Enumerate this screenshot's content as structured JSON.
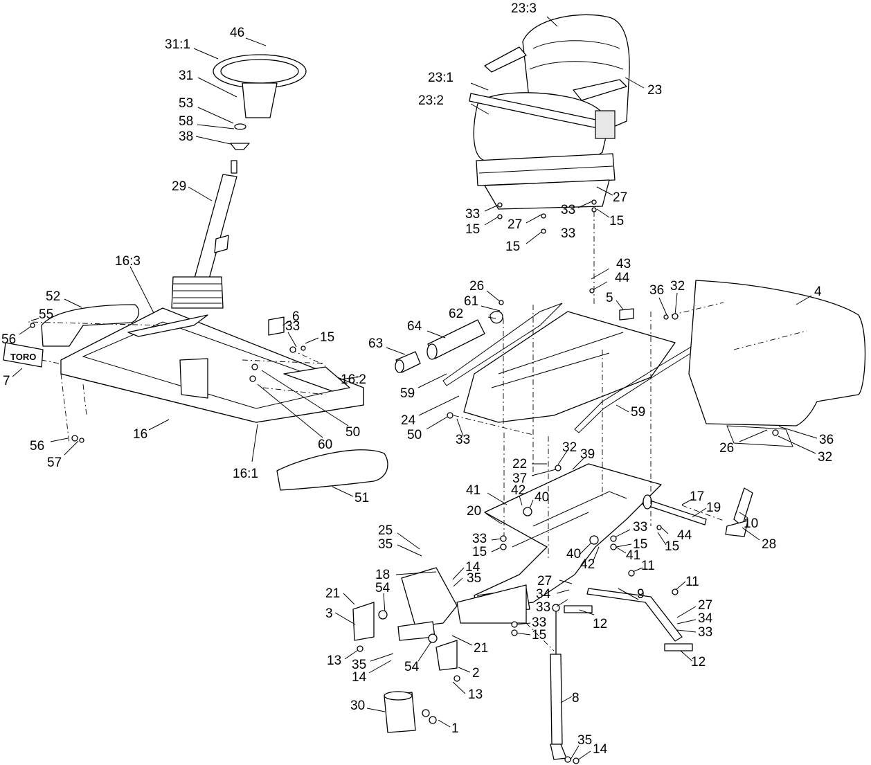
{
  "callouts": [
    {
      "id": "c-23-3",
      "text": "23:3"
    },
    {
      "id": "c-23",
      "text": "23"
    },
    {
      "id": "c-23-1",
      "text": "23:1"
    },
    {
      "id": "c-23-2",
      "text": "23:2"
    },
    {
      "id": "c-27a",
      "text": "27"
    },
    {
      "id": "c-33a",
      "text": "33"
    },
    {
      "id": "c-15a",
      "text": "15"
    },
    {
      "id": "c-27b",
      "text": "27"
    },
    {
      "id": "c-33b",
      "text": "33"
    },
    {
      "id": "c-15b",
      "text": "15"
    },
    {
      "id": "c-33c",
      "text": "33"
    },
    {
      "id": "c-15c",
      "text": "15"
    },
    {
      "id": "c-46",
      "text": "46"
    },
    {
      "id": "c-31-1",
      "text": "31:1"
    },
    {
      "id": "c-31",
      "text": "31"
    },
    {
      "id": "c-53",
      "text": "53"
    },
    {
      "id": "c-58",
      "text": "58"
    },
    {
      "id": "c-38",
      "text": "38"
    },
    {
      "id": "c-29",
      "text": "29"
    },
    {
      "id": "c-16-3",
      "text": "16:3"
    },
    {
      "id": "c-52",
      "text": "52"
    },
    {
      "id": "c-55",
      "text": "55"
    },
    {
      "id": "c-56a",
      "text": "56"
    },
    {
      "id": "c-7",
      "text": "7"
    },
    {
      "id": "c-6",
      "text": "6"
    },
    {
      "id": "c-33d",
      "text": "33"
    },
    {
      "id": "c-15d",
      "text": "15"
    },
    {
      "id": "c-16-2",
      "text": "16:2"
    },
    {
      "id": "c-50a",
      "text": "50"
    },
    {
      "id": "c-60",
      "text": "60"
    },
    {
      "id": "c-16",
      "text": "16"
    },
    {
      "id": "c-56b",
      "text": "56"
    },
    {
      "id": "c-57",
      "text": "57"
    },
    {
      "id": "c-16-1",
      "text": "16:1"
    },
    {
      "id": "c-51",
      "text": "51"
    },
    {
      "id": "c-43",
      "text": "43"
    },
    {
      "id": "c-44a",
      "text": "44"
    },
    {
      "id": "c-5",
      "text": "5"
    },
    {
      "id": "c-36a",
      "text": "36"
    },
    {
      "id": "c-32a",
      "text": "32"
    },
    {
      "id": "c-4",
      "text": "4"
    },
    {
      "id": "c-26a",
      "text": "26"
    },
    {
      "id": "c-61",
      "text": "61"
    },
    {
      "id": "c-62",
      "text": "62"
    },
    {
      "id": "c-64",
      "text": "64"
    },
    {
      "id": "c-63",
      "text": "63"
    },
    {
      "id": "c-59a",
      "text": "59"
    },
    {
      "id": "c-24",
      "text": "24"
    },
    {
      "id": "c-50b",
      "text": "50"
    },
    {
      "id": "c-33e",
      "text": "33"
    },
    {
      "id": "c-59b",
      "text": "59"
    },
    {
      "id": "c-26b",
      "text": "26"
    },
    {
      "id": "c-36b",
      "text": "36"
    },
    {
      "id": "c-32b",
      "text": "32"
    },
    {
      "id": "c-22",
      "text": "22"
    },
    {
      "id": "c-32c",
      "text": "32"
    },
    {
      "id": "c-37",
      "text": "37"
    },
    {
      "id": "c-39",
      "text": "39"
    },
    {
      "id": "c-41a",
      "text": "41"
    },
    {
      "id": "c-42a",
      "text": "42"
    },
    {
      "id": "c-40a",
      "text": "40"
    },
    {
      "id": "c-20",
      "text": "20"
    },
    {
      "id": "c-17",
      "text": "17"
    },
    {
      "id": "c-19",
      "text": "19"
    },
    {
      "id": "c-10",
      "text": "10"
    },
    {
      "id": "c-44b",
      "text": "44"
    },
    {
      "id": "c-15e",
      "text": "15"
    },
    {
      "id": "c-28",
      "text": "28"
    },
    {
      "id": "c-25",
      "text": "25"
    },
    {
      "id": "c-35a",
      "text": "35"
    },
    {
      "id": "c-33f",
      "text": "33"
    },
    {
      "id": "c-15f",
      "text": "15"
    },
    {
      "id": "c-33g",
      "text": "33"
    },
    {
      "id": "c-15g",
      "text": "15"
    },
    {
      "id": "c-40b",
      "text": "40"
    },
    {
      "id": "c-42b",
      "text": "42"
    },
    {
      "id": "c-41b",
      "text": "41"
    },
    {
      "id": "c-11a",
      "text": "11"
    },
    {
      "id": "c-18",
      "text": "18"
    },
    {
      "id": "c-14a",
      "text": "14"
    },
    {
      "id": "c-35b",
      "text": "35"
    },
    {
      "id": "c-27c",
      "text": "27"
    },
    {
      "id": "c-34a",
      "text": "34"
    },
    {
      "id": "c-33h",
      "text": "33"
    },
    {
      "id": "c-9",
      "text": "9"
    },
    {
      "id": "c-11b",
      "text": "11"
    },
    {
      "id": "c-21a",
      "text": "21"
    },
    {
      "id": "c-54a",
      "text": "54"
    },
    {
      "id": "c-3",
      "text": "3"
    },
    {
      "id": "c-12a",
      "text": "12"
    },
    {
      "id": "c-27d",
      "text": "27"
    },
    {
      "id": "c-34b",
      "text": "34"
    },
    {
      "id": "c-33i",
      "text": "33"
    },
    {
      "id": "c-33j",
      "text": "33"
    },
    {
      "id": "c-15h",
      "text": "15"
    },
    {
      "id": "c-21b",
      "text": "21"
    },
    {
      "id": "c-13a",
      "text": "13"
    },
    {
      "id": "c-35c",
      "text": "35"
    },
    {
      "id": "c-14b",
      "text": "14"
    },
    {
      "id": "c-54b",
      "text": "54"
    },
    {
      "id": "c-2",
      "text": "2"
    },
    {
      "id": "c-12b",
      "text": "12"
    },
    {
      "id": "c-13b",
      "text": "13"
    },
    {
      "id": "c-8",
      "text": "8"
    },
    {
      "id": "c-30",
      "text": "30"
    },
    {
      "id": "c-1",
      "text": "1"
    },
    {
      "id": "c-35d",
      "text": "35"
    },
    {
      "id": "c-14c",
      "text": "14"
    }
  ],
  "decal_text": "TORO"
}
